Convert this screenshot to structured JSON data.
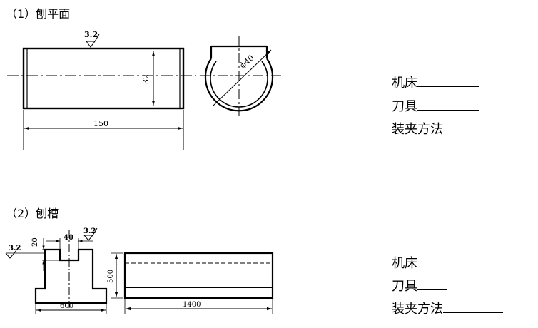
{
  "part1": {
    "title": "（1）刨平面",
    "roughness": "3.2",
    "dim_length": "150",
    "dim_height": "32",
    "dim_diameter": "ϕ40",
    "answers": [
      {
        "label": "机床"
      },
      {
        "label": "刀具"
      },
      {
        "label": "装夹方法"
      }
    ]
  },
  "part2": {
    "title": "（2）刨槽",
    "roughness_left": "3.2",
    "roughness_top": "3.2",
    "dim_slot_width": "40",
    "dim_slot_depth": "20",
    "dim_width": "600",
    "dim_height": "500",
    "dim_length": "1400",
    "answers": [
      {
        "label": "机床"
      },
      {
        "label": "刀具"
      },
      {
        "label": "装夹方法"
      }
    ]
  }
}
